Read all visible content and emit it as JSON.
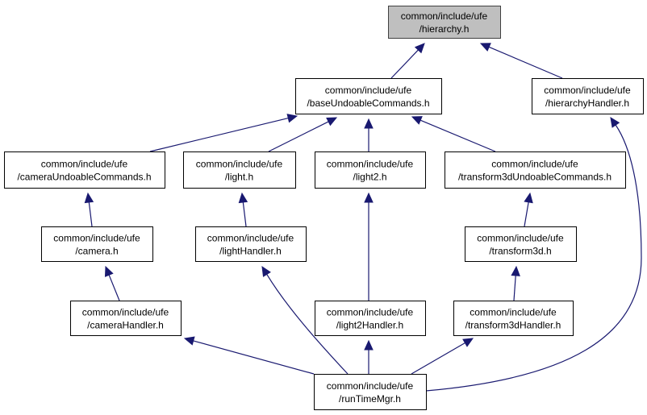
{
  "diagram": {
    "type": "include-dependency-graph",
    "edge_color": "#191970",
    "root_fill": "#bfbfbf",
    "nodes": [
      {
        "id": "hierarchy",
        "lines": [
          "common/include/ufe",
          "/hierarchy.h"
        ],
        "root": true
      },
      {
        "id": "baseUndoable",
        "lines": [
          "common/include/ufe",
          "/baseUndoableCommands.h"
        ]
      },
      {
        "id": "hierarchyHandler",
        "lines": [
          "common/include/ufe",
          "/hierarchyHandler.h"
        ]
      },
      {
        "id": "cameraUndoable",
        "lines": [
          "common/include/ufe",
          "/cameraUndoableCommands.h"
        ]
      },
      {
        "id": "light",
        "lines": [
          "common/include/ufe",
          "/light.h"
        ]
      },
      {
        "id": "light2",
        "lines": [
          "common/include/ufe",
          "/light2.h"
        ]
      },
      {
        "id": "transformUndoable",
        "lines": [
          "common/include/ufe",
          "/transform3dUndoableCommands.h"
        ]
      },
      {
        "id": "camera",
        "lines": [
          "common/include/ufe",
          "/camera.h"
        ]
      },
      {
        "id": "lightHandler",
        "lines": [
          "common/include/ufe",
          "/lightHandler.h"
        ]
      },
      {
        "id": "transform3d",
        "lines": [
          "common/include/ufe",
          "/transform3d.h"
        ]
      },
      {
        "id": "cameraHandler",
        "lines": [
          "common/include/ufe",
          "/cameraHandler.h"
        ]
      },
      {
        "id": "light2Handler",
        "lines": [
          "common/include/ufe",
          "/light2Handler.h"
        ]
      },
      {
        "id": "transformHandler",
        "lines": [
          "common/include/ufe",
          "/transform3dHandler.h"
        ]
      },
      {
        "id": "runTimeMgr",
        "lines": [
          "common/include/ufe",
          "/runTimeMgr.h"
        ]
      }
    ],
    "edges": [
      {
        "from": "baseUndoable",
        "to": "hierarchy"
      },
      {
        "from": "hierarchyHandler",
        "to": "hierarchy"
      },
      {
        "from": "cameraUndoable",
        "to": "baseUndoable"
      },
      {
        "from": "light",
        "to": "baseUndoable"
      },
      {
        "from": "light2",
        "to": "baseUndoable"
      },
      {
        "from": "transformUndoable",
        "to": "baseUndoable"
      },
      {
        "from": "camera",
        "to": "cameraUndoable"
      },
      {
        "from": "lightHandler",
        "to": "light"
      },
      {
        "from": "light2Handler",
        "to": "light2"
      },
      {
        "from": "transform3d",
        "to": "transformUndoable"
      },
      {
        "from": "cameraHandler",
        "to": "camera"
      },
      {
        "from": "transformHandler",
        "to": "transform3d"
      },
      {
        "from": "runTimeMgr",
        "to": "cameraHandler"
      },
      {
        "from": "runTimeMgr",
        "to": "lightHandler"
      },
      {
        "from": "runTimeMgr",
        "to": "light2Handler"
      },
      {
        "from": "runTimeMgr",
        "to": "transformHandler"
      },
      {
        "from": "runTimeMgr",
        "to": "hierarchyHandler"
      }
    ]
  }
}
